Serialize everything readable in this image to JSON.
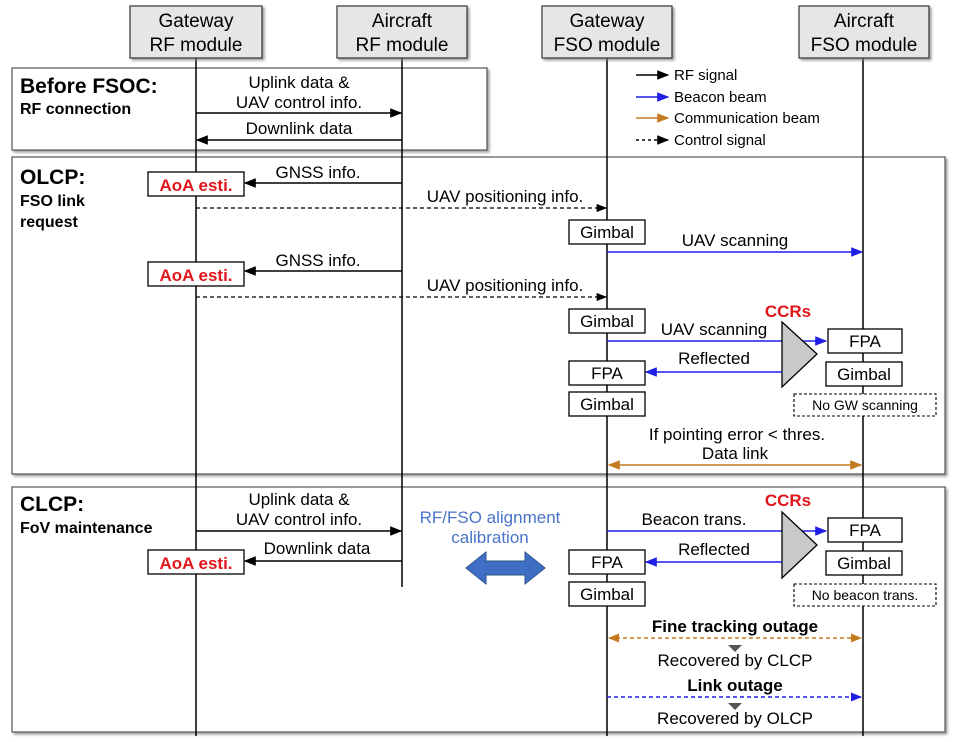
{
  "modules": [
    {
      "line1": "Gateway",
      "line2": "RF module"
    },
    {
      "line1": "Aircraft",
      "line2": "RF module"
    },
    {
      "line1": "Gateway",
      "line2": "FSO module"
    },
    {
      "line1": "Aircraft",
      "line2": "FSO module"
    }
  ],
  "legend": {
    "rf": "RF signal",
    "beacon": "Beacon beam",
    "comm": "Communication beam",
    "control": "Control signal"
  },
  "colors": {
    "rf": "#000000",
    "beacon": "#1f1fe6",
    "comm": "#c47a1e",
    "red": "#e0161b",
    "calib": "#4a74c9",
    "arrow_fill": "#3f6fc4",
    "ccr_fill": "#c9c9c9"
  },
  "before": {
    "title": "Before FSOC:",
    "subtitle": "RF connection",
    "uplink_1": "Uplink data &",
    "uplink_2": "UAV control info.",
    "downlink": "Downlink data"
  },
  "olcp": {
    "title": "OLCP:",
    "subtitle_1": "FSO link",
    "subtitle_2": "request",
    "aoa": "AoA esti.",
    "gnss": "GNSS info.",
    "uav_pos": "UAV positioning info.",
    "gimbal": "Gimbal",
    "uav_scanning": "UAV scanning",
    "ccrs": "CCRs",
    "fpa": "FPA",
    "reflected": "Reflected",
    "no_gw_scanning": "No GW scanning",
    "if_pointing": "If pointing error < thres.",
    "data_link": "Data link"
  },
  "clcp": {
    "title": "CLCP:",
    "subtitle": "FoV maintenance",
    "uplink_1": "Uplink data &",
    "uplink_2": "UAV control info.",
    "downlink": "Downlink data",
    "aoa": "AoA esti.",
    "calib_1": "RF/FSO alignment",
    "calib_2": "calibration",
    "ccrs": "CCRs",
    "beacon_trans": "Beacon trans.",
    "fpa": "FPA",
    "gimbal": "Gimbal",
    "reflected": "Reflected",
    "no_beacon": "No beacon trans.",
    "fine_outage": "Fine tracking outage",
    "recovered_clcp": "Recovered by CLCP",
    "link_outage": "Link outage",
    "recovered_olcp": "Recovered by OLCP"
  }
}
